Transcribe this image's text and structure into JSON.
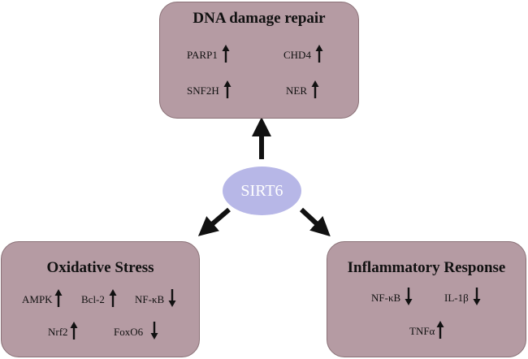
{
  "center": {
    "label": "SIRT6"
  },
  "dna_repair": {
    "title": "DNA damage repair",
    "items": [
      {
        "label": "PARP1",
        "direction": "up"
      },
      {
        "label": "CHD4",
        "direction": "up"
      },
      {
        "label": "SNF2H",
        "direction": "up"
      },
      {
        "label": "NER",
        "direction": "up"
      }
    ]
  },
  "oxidative_stress": {
    "title": "Oxidative Stress",
    "items": [
      {
        "label": "AMPK",
        "direction": "up"
      },
      {
        "label": "Bcl-2",
        "direction": "up"
      },
      {
        "label": "NF-κB",
        "direction": "down"
      },
      {
        "label": "Nrf2",
        "direction": "up"
      },
      {
        "label": "FoxO6",
        "direction": "down"
      }
    ]
  },
  "inflammatory_response": {
    "title": "Inflammatory Response",
    "items": [
      {
        "label": "NF-κB",
        "direction": "down"
      },
      {
        "label": "IL-1β",
        "direction": "down"
      },
      {
        "label": "TNFα",
        "direction": "up"
      }
    ]
  },
  "colors": {
    "box_fill": "#b59ba3",
    "box_border": "#8a7076",
    "center_fill": "#b7b7e7",
    "arrow": "#111111"
  }
}
